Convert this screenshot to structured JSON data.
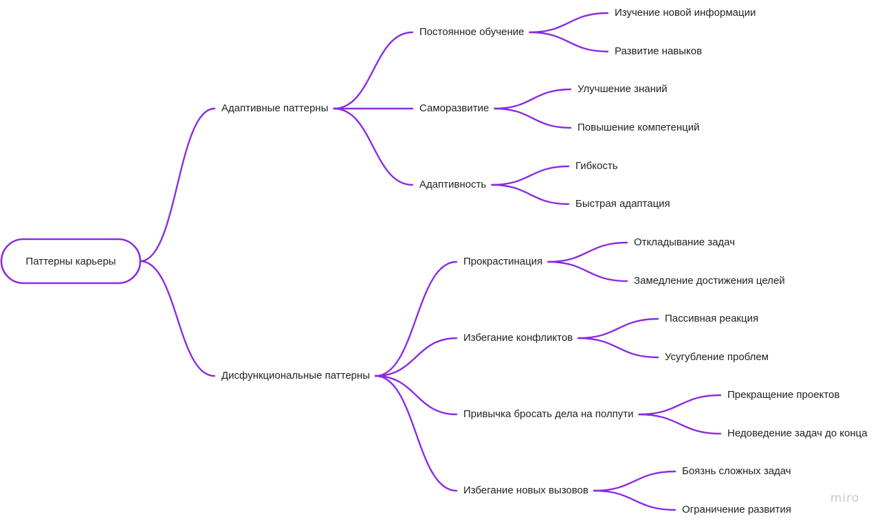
{
  "root": {
    "label": "Паттерны карьеры"
  },
  "branches": [
    {
      "label": "Адаптивные паттерны",
      "children": [
        {
          "label": "Постоянное обучение",
          "children": [
            "Изучение новой информации",
            "Развитие навыков"
          ]
        },
        {
          "label": "Саморазвитие",
          "children": [
            "Улучшение знаний",
            "Повышение компетенций"
          ]
        },
        {
          "label": "Адаптивность",
          "children": [
            "Гибкость",
            "Быстрая адаптация"
          ]
        }
      ]
    },
    {
      "label": "Дисфункциональные паттерны",
      "children": [
        {
          "label": "Прокрастинация",
          "children": [
            "Откладывание задач",
            "Замедление достижения целей"
          ]
        },
        {
          "label": "Избегание конфликтов",
          "children": [
            "Пассивная реакция",
            "Усугубление проблем"
          ]
        },
        {
          "label": "Привычка бросать дела на полпути",
          "children": [
            "Прекращение проектов",
            "Недоведение задач до конца"
          ]
        },
        {
          "label": "Избегание новых вызовов",
          "children": [
            "Боязнь сложных задач",
            "Ограничение развития"
          ]
        }
      ]
    }
  ],
  "watermark": "miro",
  "colors": {
    "edge": "#8a2be2",
    "text": "#1f1f1f",
    "watermark": "#c9c9c9"
  }
}
